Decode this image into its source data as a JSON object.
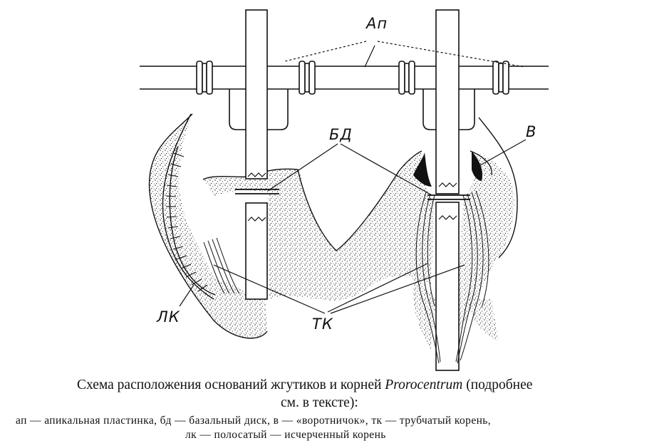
{
  "figure": {
    "labels": {
      "ap": "Ап",
      "bd": "БД",
      "v": "В",
      "lk": "ЛК",
      "tk": "ТК"
    }
  },
  "caption": {
    "main_before": "Схема расположения оснований жгутиков и корней ",
    "genus": "Prorocentrum",
    "main_after": " (подробнее",
    "main_line2": "см. в тексте):",
    "legend_line1": "ап — апикальная пластинка, бд — базальный диск, в — «воротничок», тк — трубчатый корень,",
    "legend_line2": "лк — полосатый — исчерченный корень"
  }
}
